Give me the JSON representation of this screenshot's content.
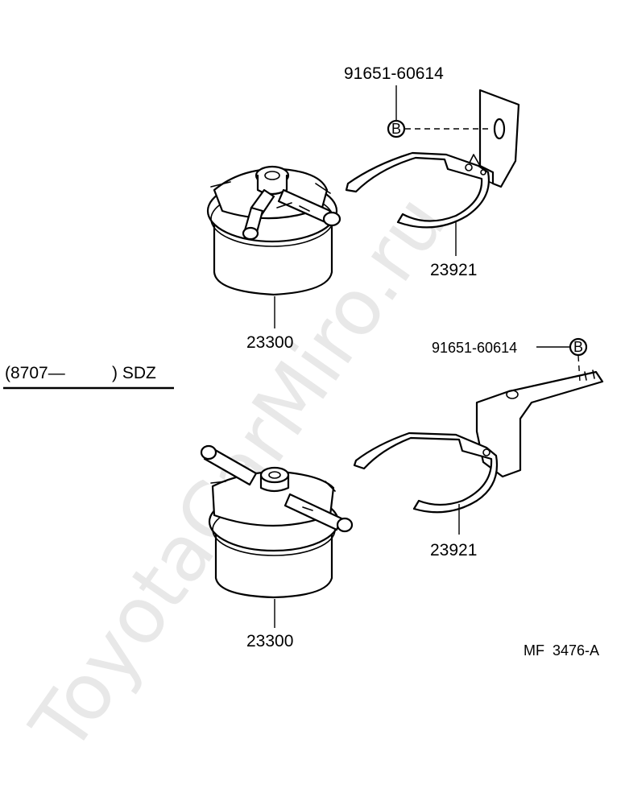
{
  "watermark": "ToyotaCarMiro.ru",
  "section_label": "(8707—          ) SDZ",
  "figure_code": "MF  3476-A",
  "callouts": {
    "upper_bolt": "91651-60614",
    "upper_clamp": "23921",
    "upper_filter": "23300",
    "lower_bolt": "91651-60614",
    "lower_clamp": "23921",
    "lower_filter": "23300",
    "ref_marker_upper": "B",
    "ref_marker_lower": "B"
  }
}
